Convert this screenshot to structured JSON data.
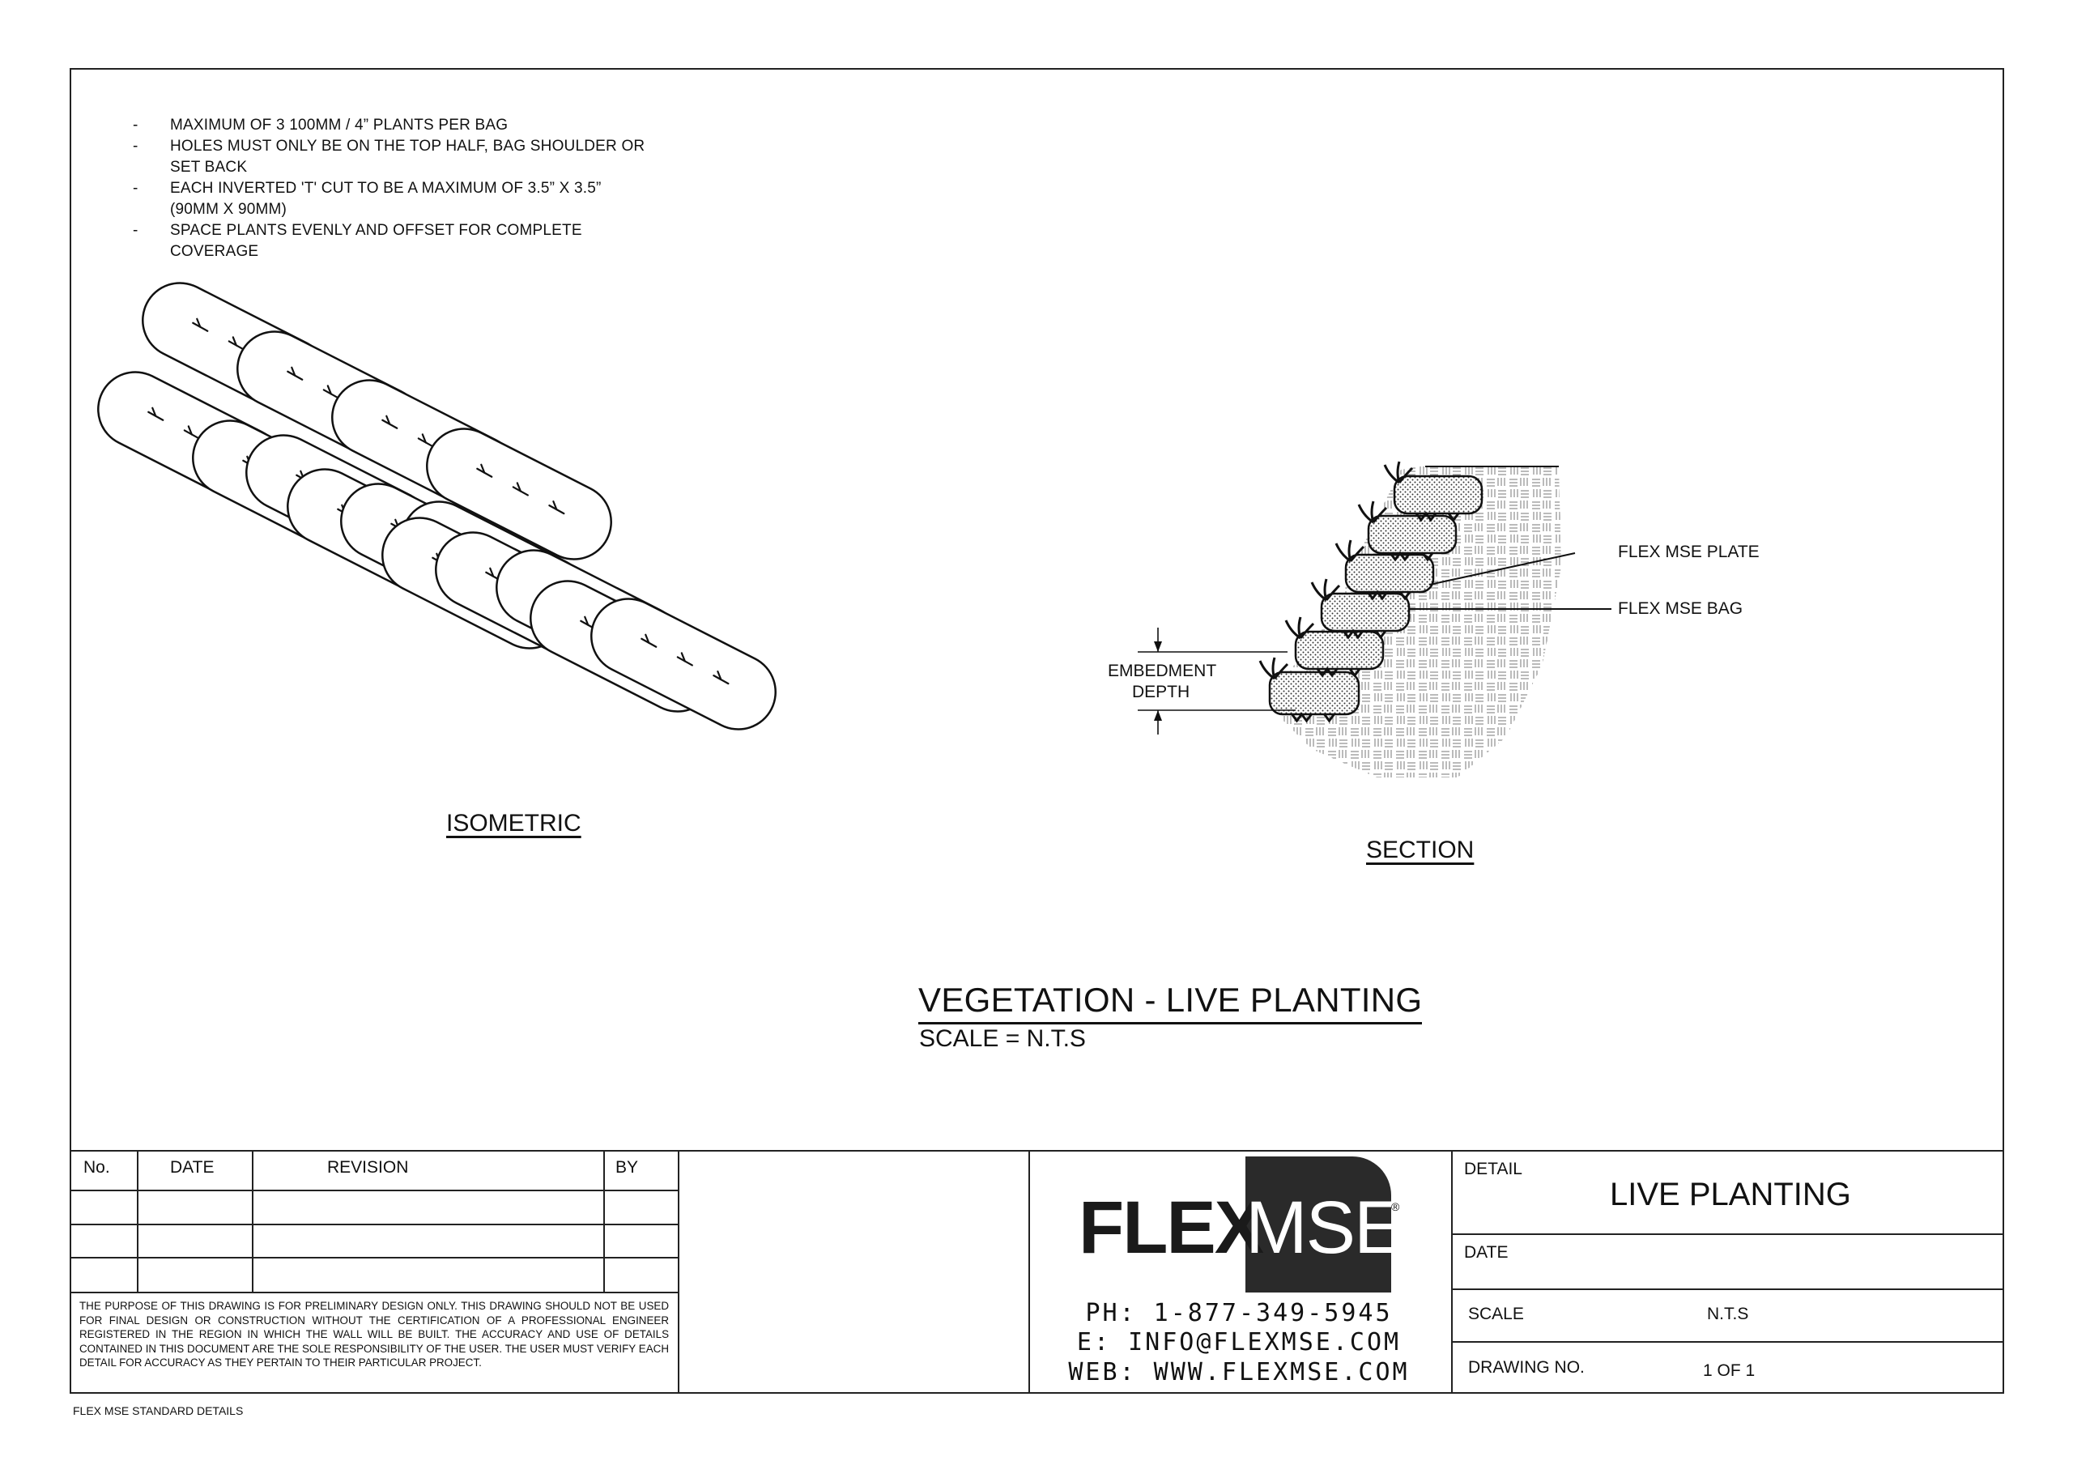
{
  "notes": [
    "MAXIMUM OF 3 100MM / 4” PLANTS PER BAG",
    "HOLES MUST ONLY BE ON THE TOP HALF, BAG SHOULDER OR SET BACK",
    "EACH INVERTED 'T' CUT TO BE A MAXIMUM OF 3.5” X 3.5” (90MM X 90MM)",
    "SPACE PLANTS EVENLY AND OFFSET FOR COMPLETE COVERAGE"
  ],
  "views": {
    "isometric_label": "ISOMETRIC",
    "section_label": "SECTION",
    "plate_callout": "FLEX MSE PLATE",
    "bag_callout": "FLEX MSE BAG",
    "embedment_line1": "EMBEDMENT",
    "embedment_line2": "DEPTH"
  },
  "drawing": {
    "title": "VEGETATION - LIVE PLANTING",
    "scale": "SCALE = N.T.S"
  },
  "revision_table": {
    "headers": [
      "No.",
      "DATE",
      "REVISION",
      "BY"
    ],
    "rows": [
      [
        "",
        "",
        "",
        ""
      ],
      [
        "",
        "",
        "",
        ""
      ],
      [
        "",
        "",
        "",
        ""
      ]
    ]
  },
  "disclaimer": "THE PURPOSE OF THIS DRAWING IS FOR PRELIMINARY DESIGN ONLY. THIS DRAWING SHOULD NOT BE USED FOR FINAL DESIGN OR CONSTRUCTION WITHOUT THE CERTIFICATION OF A PROFESSIONAL ENGINEER REGISTERED IN THE REGION IN WHICH THE WALL WILL BE BUILT. THE ACCURACY AND USE OF DETAILS CONTAINED IN THIS DOCUMENT ARE THE SOLE RESPONSIBILITY OF THE USER. THE USER MUST VERIFY EACH DETAIL FOR ACCURACY AS THEY PERTAIN TO THEIR PARTICULAR PROJECT.",
  "logo": {
    "text_left": "FLEX",
    "text_right": "MSE",
    "registered": "®",
    "phone": "PH: 1-877-349-5945",
    "email": "E: INFO@FLEXMSE.COM",
    "web": "WEB: WWW.FLEXMSE.COM"
  },
  "title_block": {
    "detail_label": "DETAIL",
    "detail_value": "LIVE PLANTING",
    "date_label": "DATE",
    "date_value": "",
    "scale_label": "SCALE",
    "scale_value": "N.T.S",
    "drawing_no_label": "DRAWING NO.",
    "drawing_no_value": "1 OF 1"
  },
  "footer": "FLEX MSE STANDARD DETAILS"
}
